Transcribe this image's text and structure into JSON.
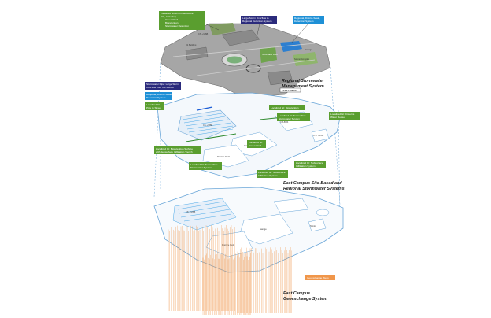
{
  "colors": {
    "green": "#5a9e2f",
    "navy": "#2b2b7c",
    "blue": "#1e90d6",
    "orange": "#f0964a",
    "topo_gray": "#9a9a9a",
    "plan_blue": "#6aa6d8"
  },
  "labels": {
    "top_green": [
      "Localized Green Infrastructure",
      "(GI), Including:",
      "Green Roof",
      "Bioretention",
      "Stormwater Retention"
    ],
    "large_storm": [
      "Large Storm Overflow to",
      "Regional Detention System"
    ],
    "regional_detention": [
      "Regional, District-Scale,",
      "Detention System"
    ],
    "stormwater_pipe": [
      "Stormwater Pipe: Large Storm",
      "Overflow from CS + MSB"
    ],
    "regional_mid": [
      "Regional, District-Scale,",
      "Detention System"
    ],
    "localized_pipe": [
      "Localized GI",
      "Pipe to Street"
    ],
    "bioretention": "Localized GI: Bioretention",
    "subsurface_stormwater": [
      "Localized GI: Subsurface",
      "Stormwater System"
    ],
    "cisterns": [
      "Localized GI: Cisterns",
      "Water Reuse"
    ],
    "green_roof": [
      "Localized GI:",
      "Green Roof"
    ],
    "bioretention_infiltration": [
      "Localized GI: Bioretention Surface",
      "with Subsurface Infiltration Trench"
    ],
    "subsurface_stormwater_2": [
      "Localized GI: Subsurface",
      "Stormwater System"
    ],
    "subsurface_infiltration": [
      "Localized GI: Subsurface",
      "Infiltration System"
    ],
    "subsurface_infiltration_2": [
      "Localized GI: Subsurface",
      "Infiltration System"
    ],
    "geothermal": "Geoexchange Wells"
  },
  "map_text": {
    "east_campus": "EAST CAMPUS",
    "cs_msb": "CS + MSB",
    "garage": "Garage",
    "practice_field": "Practice Field",
    "tennis": "Tennis",
    "d_building": "D1 Building",
    "stormwater_field": "Stormwater Field",
    "c_a_b": "C.A.B. R.",
    "cs_tennis": "C.S. Tennis",
    "soccer_complex": "Soccer Complex"
  },
  "titles": {
    "regional": [
      "Regional Stormwater",
      "Management System"
    ],
    "east_campus_site": [
      "East Campus Site-Based and",
      "Regional Stormwater Systems"
    ],
    "geoexchange": [
      "East Campus",
      "Geoexchange System"
    ]
  }
}
